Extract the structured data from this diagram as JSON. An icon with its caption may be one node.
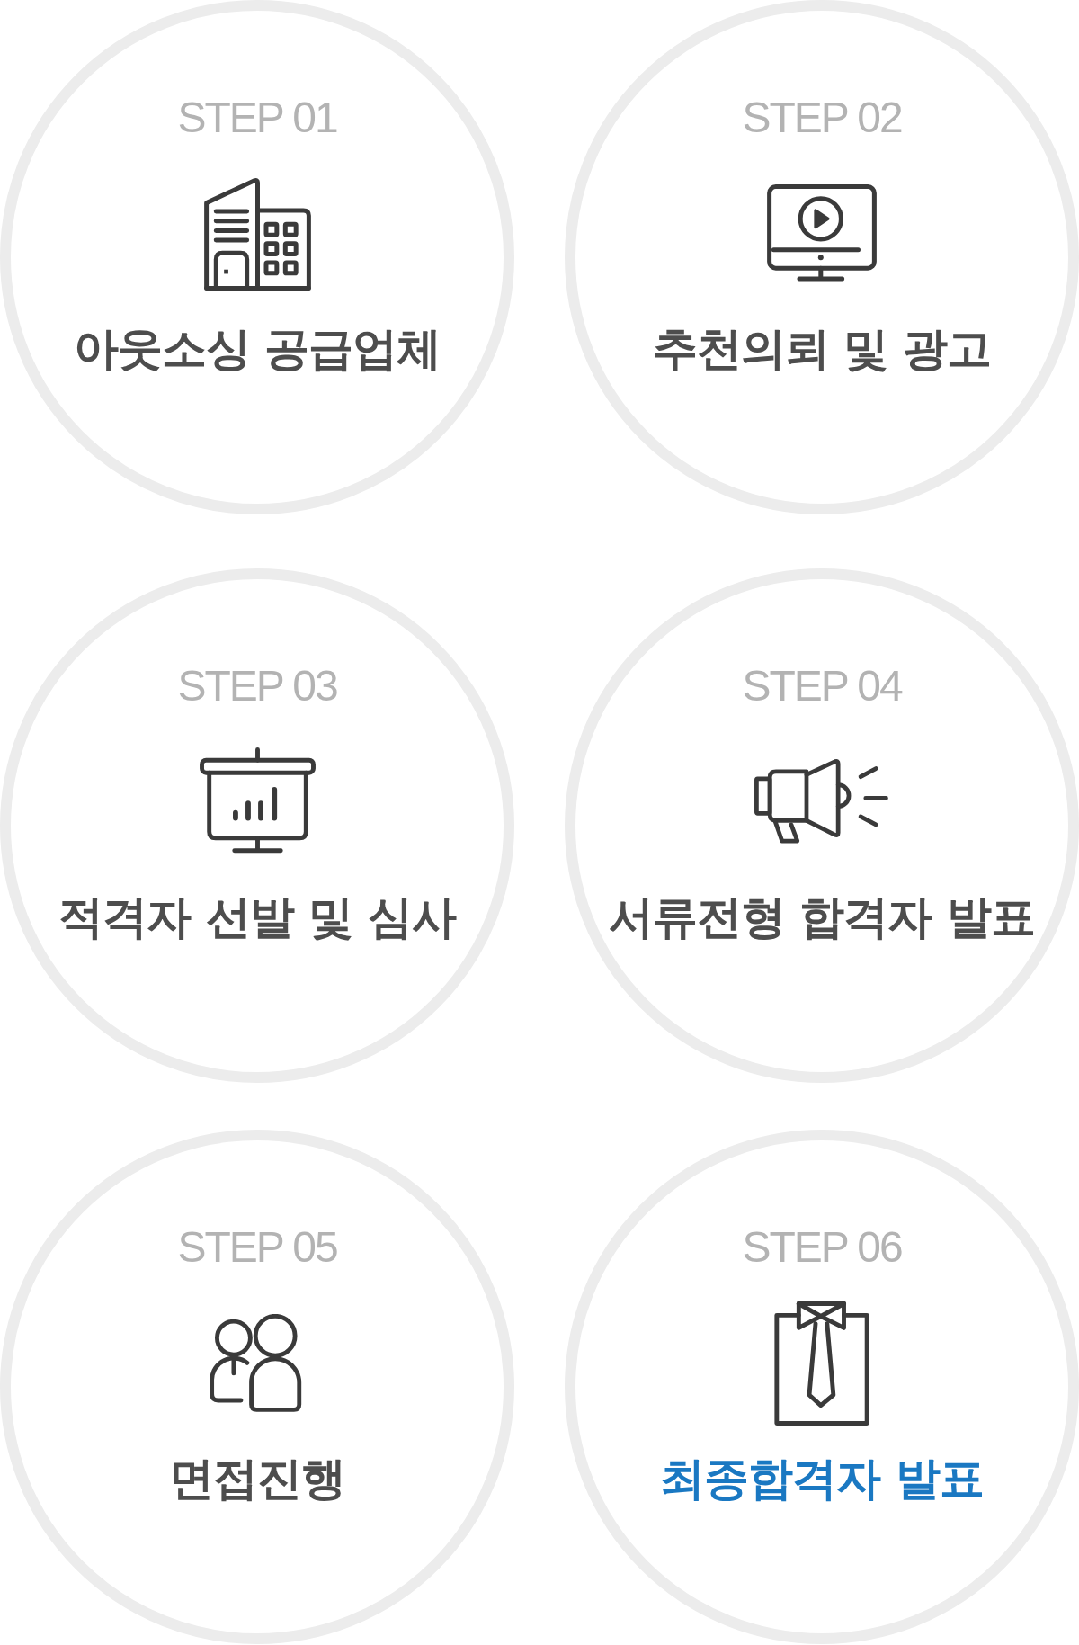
{
  "diagram": {
    "nodes": [
      {
        "text": [
          "STEP 01",
          "아웃소싱 공급업체"
        ]
      },
      {
        "text": [
          "STEP 02",
          "추천의뢰 및 광고"
        ]
      },
      {
        "text": [
          "STEP 03",
          "적격자 선발 및 심사"
        ]
      },
      {
        "text": [
          "STEP 04",
          "서류전형 합격자 발표"
        ]
      },
      {
        "text": [
          "STEP 05",
          "면접진행"
        ]
      },
      {
        "text": [
          "STEP 06",
          "최종합격자 발표"
        ]
      }
    ]
  }
}
